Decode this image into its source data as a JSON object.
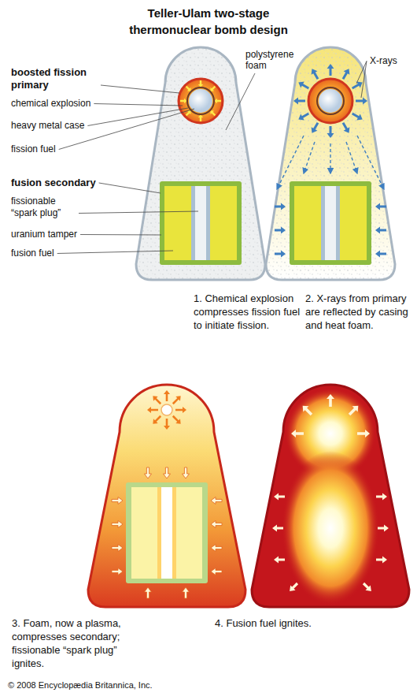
{
  "diagram": {
    "title": "Teller-Ulam two-stage thermonuclear bomb design",
    "labels": [
      "boosted fission primary",
      "chemical explosion",
      "heavy metal case",
      "fission fuel",
      "fusion secondary",
      "fissionable “spark plug”",
      "uranium tamper",
      "fusion fuel",
      "polystyrene foam",
      "X-rays",
      "1. Chemical explosion compresses fission fuel to initiate fission.",
      "2. X-rays from primary are reflected by casing and heat foam.",
      "3. Foam, now a plasma, compresses secondary; fissionable “spark plug” ignites.",
      "4. Fusion fuel ignites.",
      "© 2008 Encyclopædia Britannica, Inc."
    ]
  }
}
